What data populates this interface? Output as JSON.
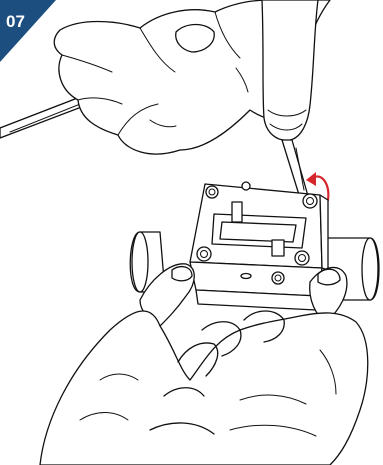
{
  "step": {
    "number": "07",
    "badge_color": "#1d4e80"
  },
  "illustration": {
    "subject": "hands-tightening-screw-on-block",
    "arrow_color": "#d7262b",
    "arrow_meaning": "rotate-clockwise"
  }
}
